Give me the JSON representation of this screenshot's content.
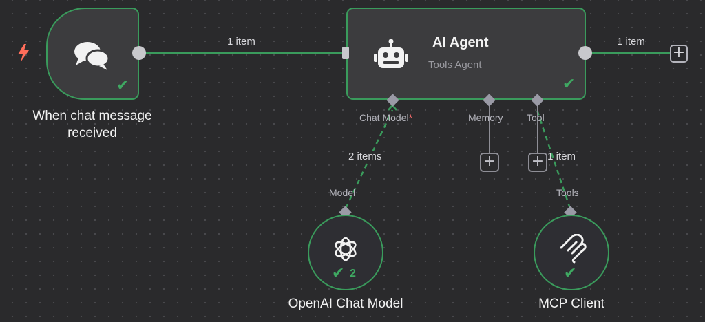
{
  "nodes": {
    "trigger": {
      "title": "When chat message received",
      "status": "success"
    },
    "agent": {
      "title": "AI Agent",
      "subtitle": "Tools Agent",
      "status": "success"
    },
    "openai": {
      "title": "OpenAI Chat Model",
      "status": "success",
      "run_count": "2"
    },
    "mcp": {
      "title": "MCP Client",
      "status": "success"
    }
  },
  "ports": {
    "chat_model": "Chat Model",
    "chat_model_required": "*",
    "memory": "Memory",
    "tool": "Tool",
    "model": "Model",
    "tools": "Tools"
  },
  "connections": {
    "trigger_to_agent": "1 item",
    "agent_output": "1 item",
    "model_to_agent": "2 items",
    "tool_to_agent": "1 item"
  },
  "colors": {
    "success": "#3a9b5c",
    "trigger_icon": "#ff6d5a",
    "node_bg": "#3c3c3e",
    "canvas_bg": "#2a2a2c"
  }
}
